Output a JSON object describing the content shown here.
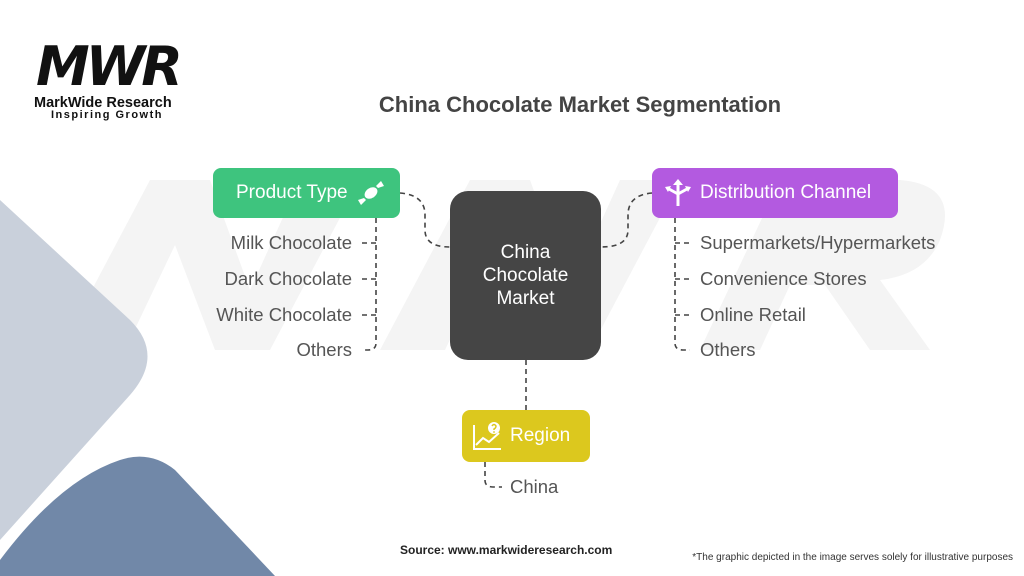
{
  "brand": {
    "logo_mark": "MWR",
    "name": "MarkWide Research",
    "tagline": "Inspiring Growth"
  },
  "title": "China Chocolate Market Segmentation",
  "center": {
    "line1": "China",
    "line2": "Chocolate",
    "line3": "Market"
  },
  "segments": {
    "product_type": {
      "label": "Product Type",
      "icon": "candy-icon",
      "color": "#3ec47e",
      "items": [
        "Milk Chocolate",
        "Dark Chocolate",
        "White Chocolate",
        "Others"
      ]
    },
    "distribution_channel": {
      "label": "Distribution Channel",
      "icon": "split-arrows-icon",
      "color": "#b35ae0",
      "items": [
        "Supermarkets/Hypermarkets",
        "Convenience Stores",
        "Online Retail",
        "Others"
      ]
    },
    "region": {
      "label": "Region",
      "icon": "chart-question-icon",
      "color": "#dcc81e",
      "items": [
        "China"
      ]
    }
  },
  "footer": {
    "source": "Source: www.markwideresearch.com",
    "disclaimer": "*The graphic depicted in the image serves solely for illustrative purposes"
  }
}
